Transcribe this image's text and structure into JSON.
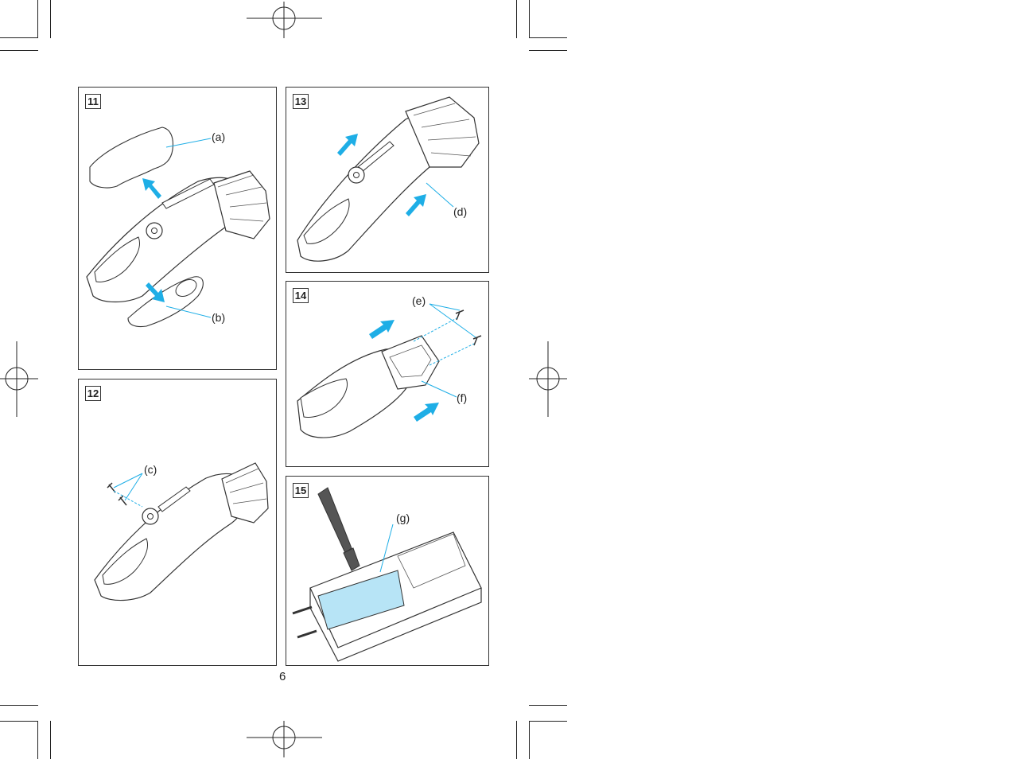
{
  "page_number": "6",
  "panels": [
    {
      "number": "11",
      "labels": [
        "(a)",
        "(b)"
      ]
    },
    {
      "number": "12",
      "labels": [
        "(c)"
      ]
    },
    {
      "number": "13",
      "labels": [
        "(d)"
      ]
    },
    {
      "number": "14",
      "labels": [
        "(e)",
        "(f)"
      ]
    },
    {
      "number": "15",
      "labels": [
        "(g)"
      ]
    }
  ],
  "colors": {
    "accent": "#1eaee6",
    "highlight": "#b7e4f6",
    "line": "#333333"
  }
}
